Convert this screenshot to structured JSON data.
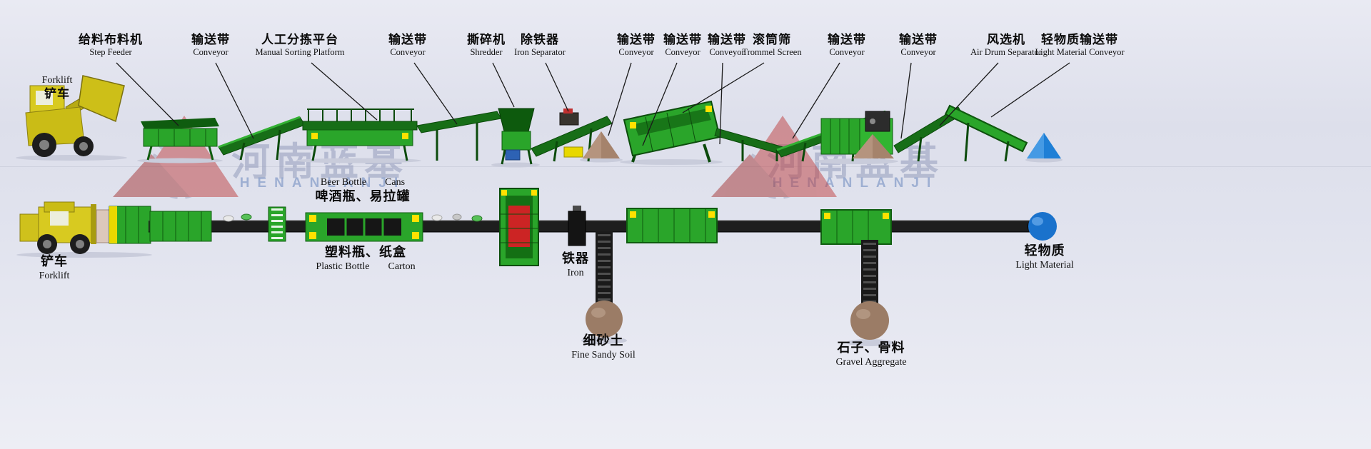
{
  "scene": {
    "background_top": "#e9eaf3",
    "background_bottom": "#edeef5",
    "machine_green": "#2aa52a",
    "dark_green": "#0f5c0f",
    "accent_yellow": "#ffe100",
    "pile_brown": "#9b7c66",
    "light_material_blue": "#1e7fd6"
  },
  "watermark": {
    "cn": "河南蓝基",
    "en": "HENANLANJI"
  },
  "top_forklift_label": {
    "en": "Forklift",
    "cn": "铲车"
  },
  "top_labels": [
    {
      "cn": "给料布料机",
      "en": "Step Feeder"
    },
    {
      "cn": "输送带",
      "en": "Conveyor"
    },
    {
      "cn": "人工分拣平台",
      "en": "Manual Sorting Platform"
    },
    {
      "cn": "输送带",
      "en": "Conveyor"
    },
    {
      "cn": "撕碎机",
      "en": "Shredder"
    },
    {
      "cn": "除铁器",
      "en": "Iron Separator"
    },
    {
      "cn": "输送带",
      "en": "Conveyor"
    },
    {
      "cn": "输送带",
      "en": "Conveyor"
    },
    {
      "cn": "输送带",
      "en": "Conveyor"
    },
    {
      "cn": "滚筒筛",
      "en": "Trommel Screen"
    },
    {
      "cn": "输送带",
      "en": "Conveyor"
    },
    {
      "cn": "输送带",
      "en": "Conveyor"
    },
    {
      "cn": "风选机",
      "en": "Air Drum Separator"
    },
    {
      "cn": "轻物质输送带",
      "en": "Light Material Conveyor"
    }
  ],
  "bottom_labels": {
    "beer_cans": {
      "en1": "Beer Bottle",
      "en2": "Cans",
      "cn": "啤酒瓶、易拉罐"
    },
    "plastic_carton": {
      "cn": "塑料瓶、纸盒",
      "en1": "Plastic Bottle",
      "en2": "Carton"
    },
    "iron": {
      "cn": "铁器",
      "en": "Iron"
    },
    "fine_sandy_soil": {
      "cn": "细砂土",
      "en": "Fine Sandy Soil"
    },
    "gravel": {
      "cn": "石子、骨料",
      "en": "Gravel Aggregate"
    },
    "light_material": {
      "cn": "轻物质",
      "en": "Light Material"
    },
    "forklift": {
      "cn": "铲车",
      "en": "Forklift"
    }
  }
}
